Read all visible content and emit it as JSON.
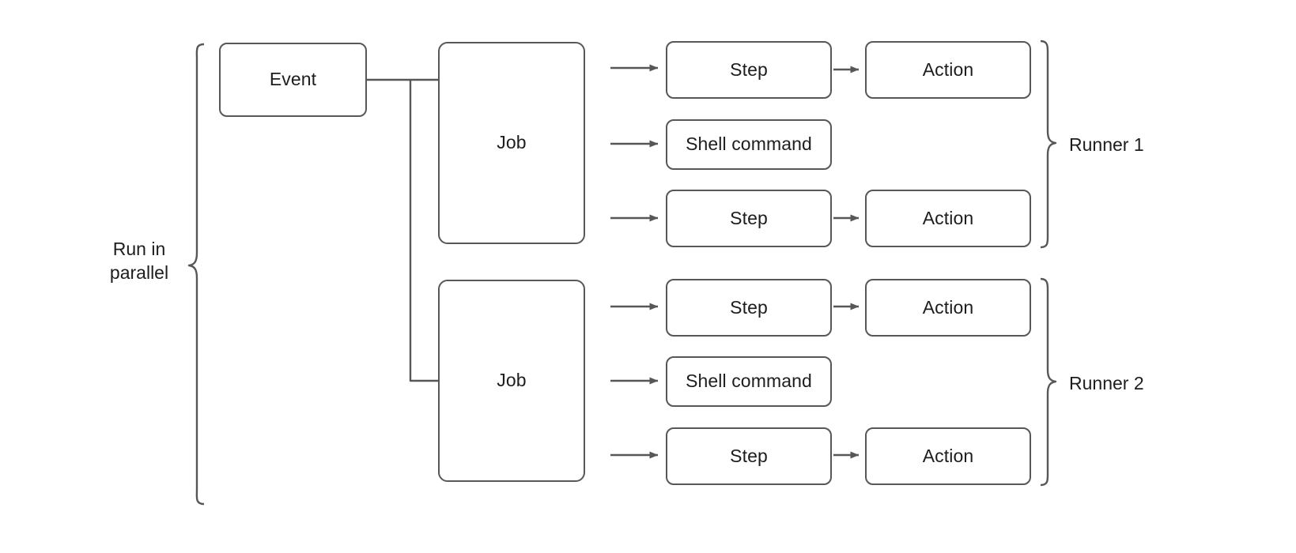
{
  "diagram": {
    "title": "GitHub Actions workflow: event triggers jobs run in parallel on runners",
    "style": {
      "stroke_color": "#555759",
      "text_color": "#1d1d1d",
      "background": "#ffffff",
      "box_fill": "#ffffff"
    },
    "labels": {
      "run_in_parallel": "Run in\nparallel",
      "runner_1": "Runner 1",
      "runner_2": "Runner 2"
    },
    "nodes": {
      "event": "Event",
      "job_1": "Job",
      "job_2": "Job",
      "runner1_step_1": "Step",
      "runner1_action_1": "Action",
      "runner1_shell_command": "Shell command",
      "runner1_step_2": "Step",
      "runner1_action_2": "Action",
      "runner2_step_1": "Step",
      "runner2_action_1": "Action",
      "runner2_shell_command": "Shell command",
      "runner2_step_2": "Step",
      "runner2_action_2": "Action"
    }
  }
}
